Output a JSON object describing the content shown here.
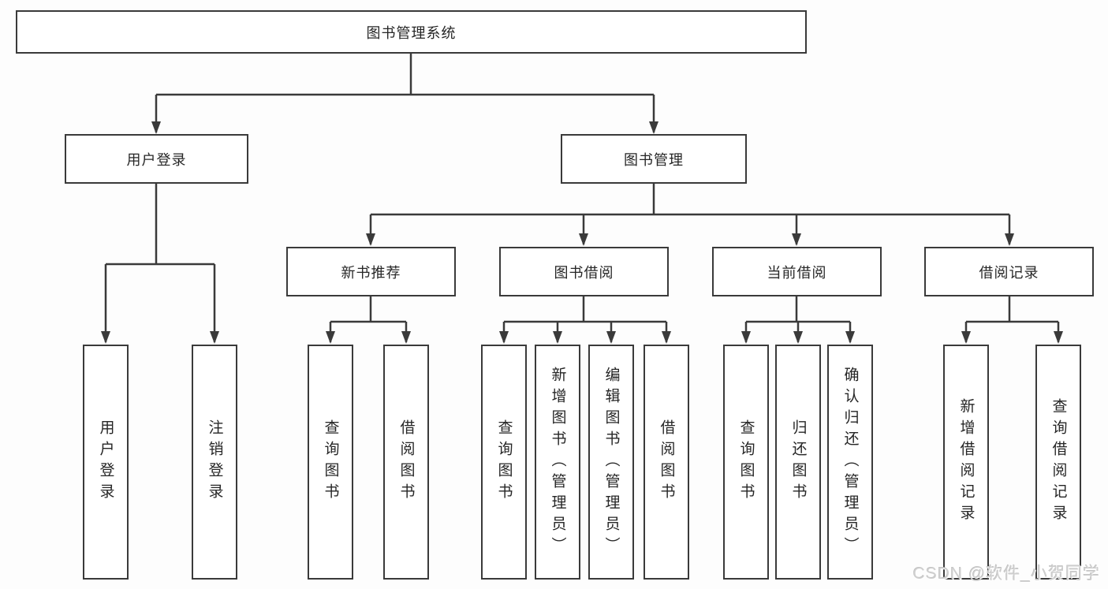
{
  "diagram": {
    "type": "hierarchy-tree",
    "title": "图书管理系统",
    "tree": {
      "label": "图书管理系统",
      "children": [
        {
          "label": "用户登录",
          "children": [
            {
              "label": "用户登录"
            },
            {
              "label": "注销登录"
            }
          ]
        },
        {
          "label": "图书管理",
          "children": [
            {
              "label": "新书推荐",
              "children": [
                {
                  "label": "查询图书"
                },
                {
                  "label": "借阅图书"
                }
              ]
            },
            {
              "label": "图书借阅",
              "children": [
                {
                  "label": "查询图书"
                },
                {
                  "label": "新增图书（管理员）"
                },
                {
                  "label": "编辑图书（管理员）"
                },
                {
                  "label": "借阅图书"
                }
              ]
            },
            {
              "label": "当前借阅",
              "children": [
                {
                  "label": "查询图书"
                },
                {
                  "label": "归还图书"
                },
                {
                  "label": "确认归还（管理员）"
                }
              ]
            },
            {
              "label": "借阅记录",
              "children": [
                {
                  "label": "新增借阅记录"
                },
                {
                  "label": "查询借阅记录"
                }
              ]
            }
          ]
        }
      ]
    }
  },
  "watermark": {
    "text": "CSDN @软件_小贺同学"
  },
  "colors": {
    "line": "#3a3a3a",
    "box_border": "#3a3a3a",
    "text": "#262626",
    "background": "#ffffff",
    "watermark": "#cfcfcf"
  }
}
